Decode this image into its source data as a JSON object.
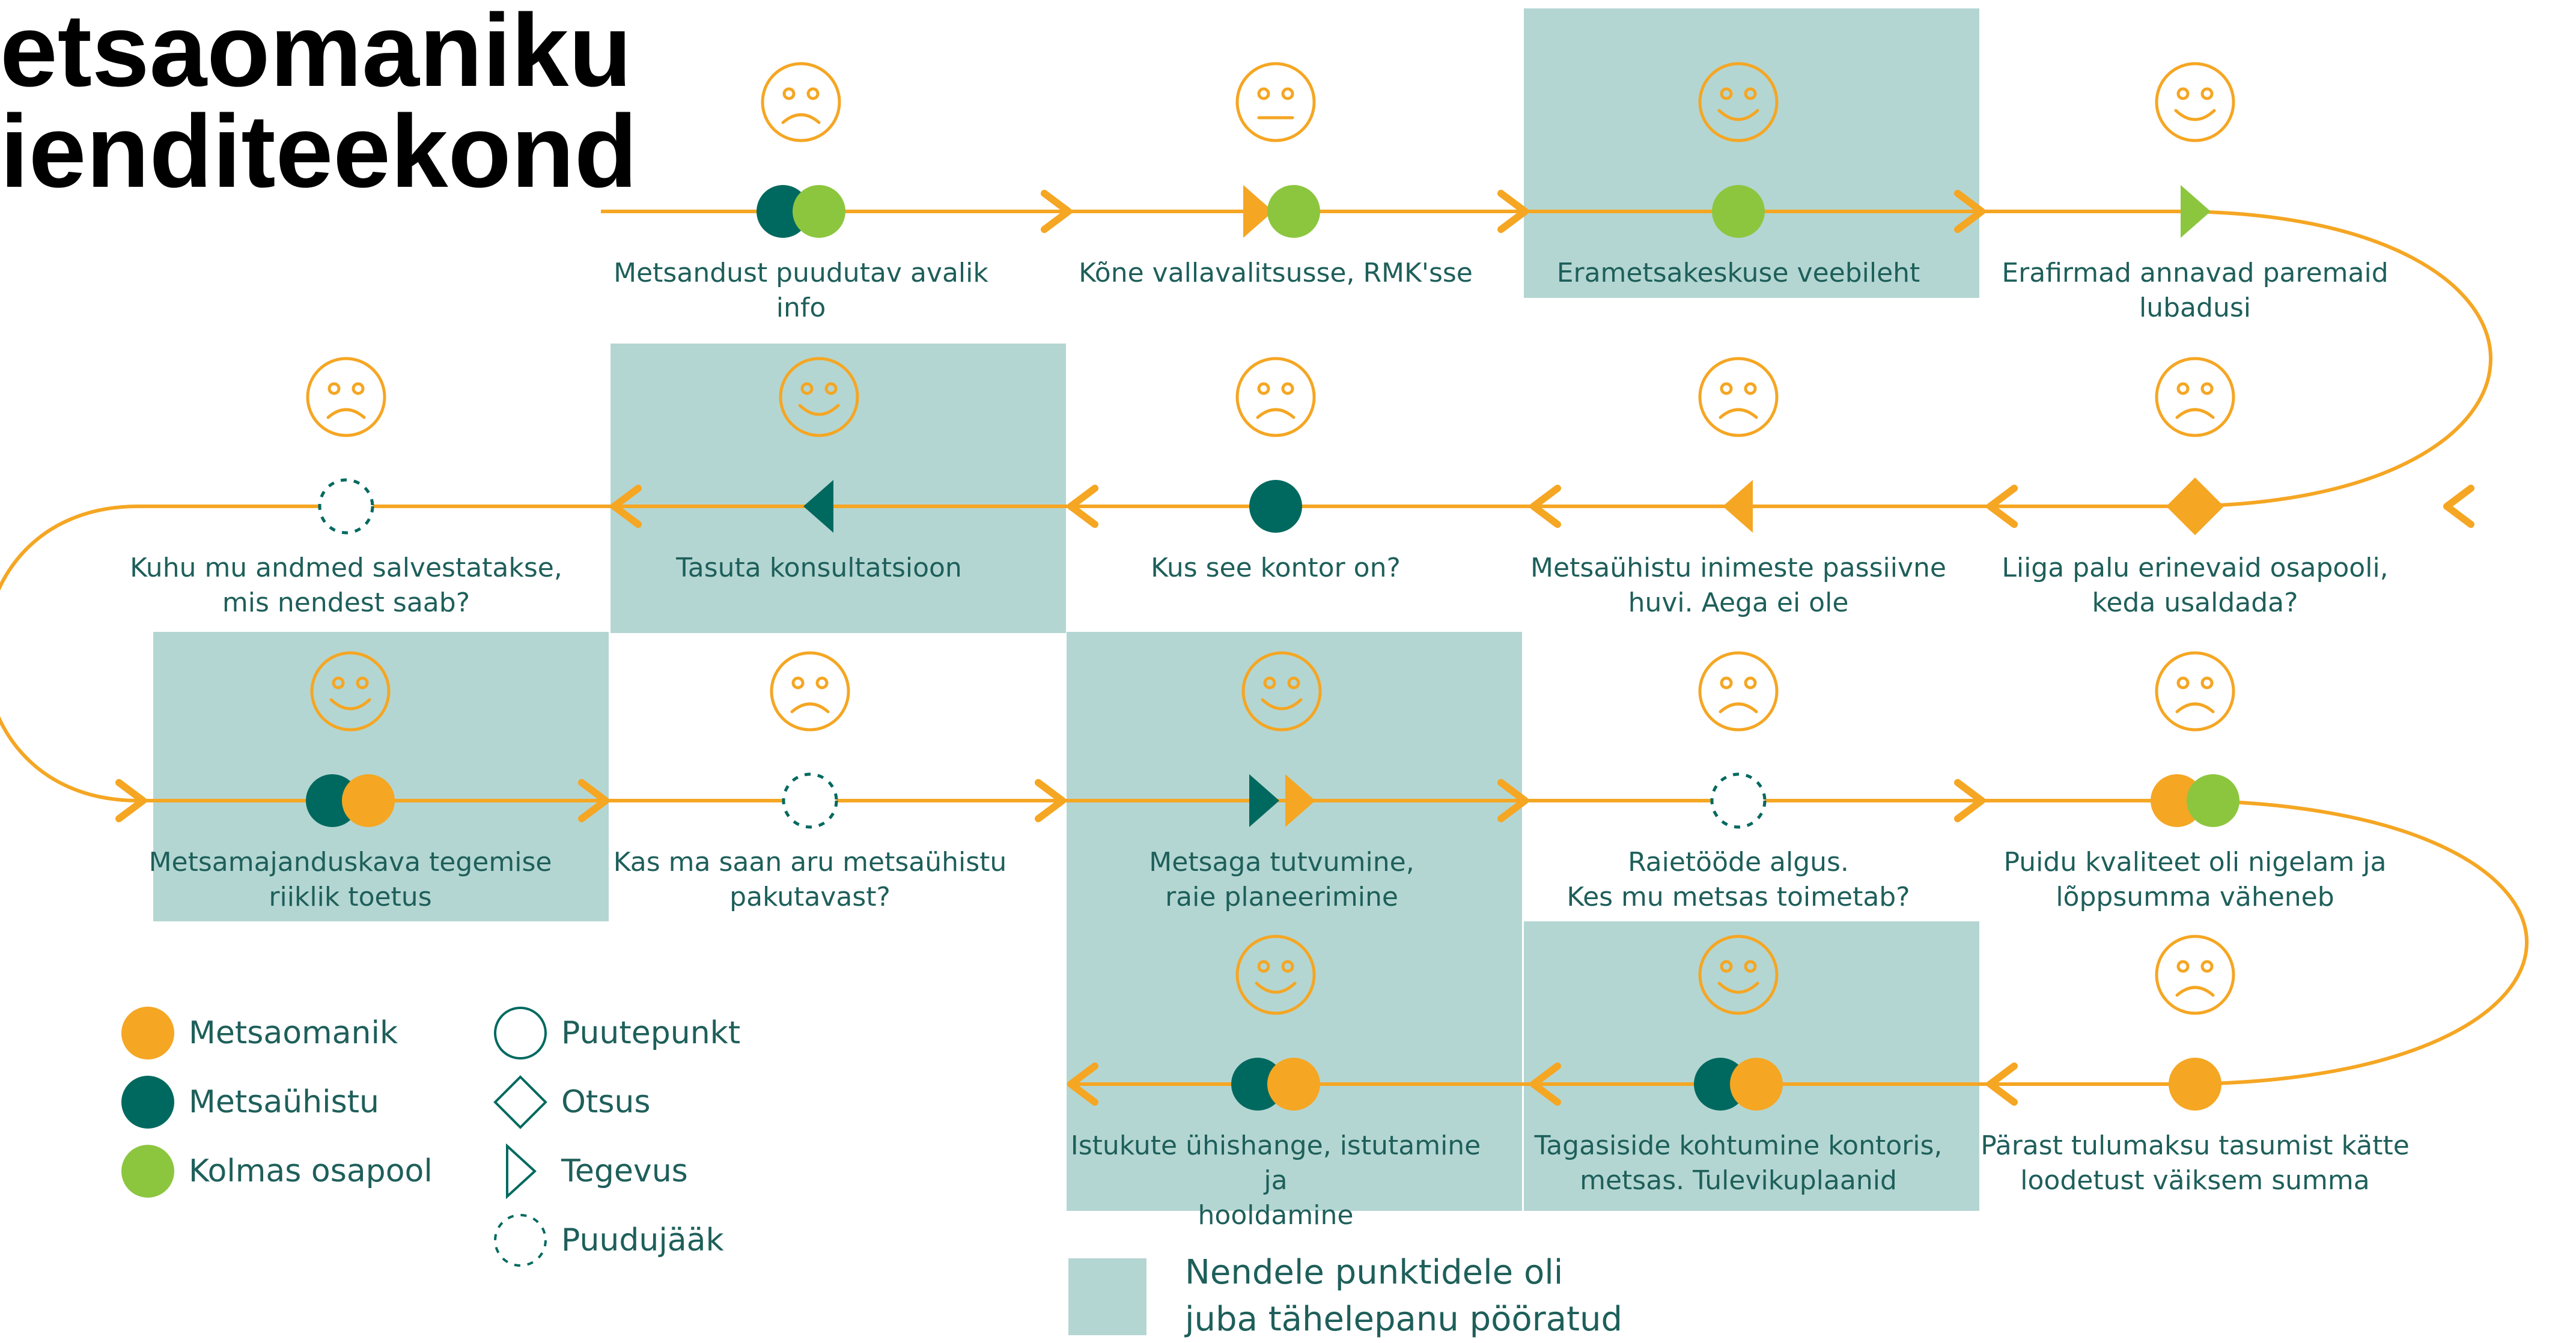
{
  "title": {
    "line1": "etsaomaniku",
    "line2": "ienditeekond"
  },
  "colors": {
    "metsaomanik": "#f5a623",
    "metsauhistu": "#00695f",
    "kolmas_osapool": "#8cc63f",
    "path": "#f5a623",
    "highlight": "#b4d6d2",
    "text": "#1e5f5a"
  },
  "steps": [
    {
      "id": "s1",
      "label": [
        "Metsandust puudutav avalik",
        "info"
      ],
      "mood": "sad",
      "highlighted": false,
      "markers": [
        "metsauhistu",
        "kolmas_osapool"
      ]
    },
    {
      "id": "s2",
      "label": [
        "Kõne vallavalitsusse, RMK'sse"
      ],
      "mood": "neutral",
      "highlighted": false,
      "markers": [
        "tegevus:metsaomanik",
        "kolmas_osapool"
      ]
    },
    {
      "id": "s3",
      "label": [
        "Erametsakeskuse veebileht"
      ],
      "mood": "happy",
      "highlighted": true,
      "markers": [
        "kolmas_osapool"
      ]
    },
    {
      "id": "s4",
      "label": [
        "Erafirmad annavad paremaid",
        "lubadusi"
      ],
      "mood": "happy",
      "highlighted": false,
      "markers": [
        "tegevus:kolmas_osapool"
      ]
    },
    {
      "id": "s5",
      "label": [
        "Liiga palu erinevaid osapooli,",
        "keda usaldada?"
      ],
      "mood": "sad",
      "highlighted": false,
      "markers": [
        "otsus:metsaomanik"
      ]
    },
    {
      "id": "s6",
      "label": [
        "Metsaühistu inimeste passiivne",
        "huvi. Aega ei ole"
      ],
      "mood": "sad",
      "highlighted": false,
      "markers": [
        "tegevus:metsaomanik"
      ]
    },
    {
      "id": "s7",
      "label": [
        "Kus see kontor on?"
      ],
      "mood": "sad",
      "highlighted": false,
      "markers": [
        "metsauhistu"
      ]
    },
    {
      "id": "s8",
      "label": [
        "Tasuta konsultatsioon"
      ],
      "mood": "happy",
      "highlighted": true,
      "markers": [
        "tegevus:metsauhistu"
      ]
    },
    {
      "id": "s9",
      "label": [
        "Kuhu mu andmed salvestatakse,",
        "mis nendest saab?"
      ],
      "mood": "sad",
      "highlighted": false,
      "markers": [
        "puudujaak"
      ]
    },
    {
      "id": "s10",
      "label": [
        "Metsamajanduskava tegemise",
        "riiklik toetus"
      ],
      "mood": "happy",
      "highlighted": true,
      "markers": [
        "metsauhistu",
        "metsaomanik"
      ]
    },
    {
      "id": "s11",
      "label": [
        "Kas ma saan aru metsaühistu",
        "pakutavast?"
      ],
      "mood": "sad",
      "highlighted": false,
      "markers": [
        "puudujaak"
      ]
    },
    {
      "id": "s12",
      "label": [
        "Metsaga tutvumine,",
        "raie planeerimine"
      ],
      "mood": "happy",
      "highlighted": true,
      "markers": [
        "tegevus:metsauhistu",
        "tegevus:metsaomanik"
      ]
    },
    {
      "id": "s13",
      "label": [
        "Raietööde algus.",
        "Kes mu metsas toimetab?"
      ],
      "mood": "sad",
      "highlighted": false,
      "markers": [
        "puudujaak"
      ]
    },
    {
      "id": "s14",
      "label": [
        "Puidu kvaliteet oli nigelam ja",
        "lõppsumma väheneb"
      ],
      "mood": "sad",
      "highlighted": false,
      "markers": [
        "metsaomanik",
        "kolmas_osapool"
      ]
    },
    {
      "id": "s15",
      "label": [
        "Pärast tulumaksu tasumist kätte",
        "loodetust väiksem summa"
      ],
      "mood": "sad",
      "highlighted": false,
      "markers": [
        "metsaomanik"
      ]
    },
    {
      "id": "s16",
      "label": [
        "Tagasiside kohtumine kontoris,",
        "metsas. Tulevikuplaanid"
      ],
      "mood": "happy",
      "highlighted": true,
      "markers": [
        "metsauhistu",
        "metsaomanik"
      ]
    },
    {
      "id": "s17",
      "label": [
        "Istukute ühishange, istutamine ja",
        "hooldamine"
      ],
      "mood": "happy",
      "highlighted": true,
      "markers": [
        "metsauhistu",
        "metsaomanik"
      ]
    }
  ],
  "legend": {
    "actors": [
      {
        "key": "metsaomanik",
        "label": "Metsaomanik"
      },
      {
        "key": "metsauhistu",
        "label": "Metsaühistu"
      },
      {
        "key": "kolmas_osapool",
        "label": "Kolmas osapool"
      }
    ],
    "shapes": [
      {
        "key": "puutepunkt",
        "label": "Puutepunkt",
        "icon": "circle-outline-icon"
      },
      {
        "key": "otsus",
        "label": "Otsus",
        "icon": "diamond-outline-icon"
      },
      {
        "key": "tegevus",
        "label": "Tegevus",
        "icon": "triangle-outline-icon"
      },
      {
        "key": "puudujaak",
        "label": "Puudujääk",
        "icon": "dashed-circle-icon"
      }
    ]
  },
  "note": {
    "line1": "Nendele punktidele oli",
    "line2": "juba tähelepanu pööratud"
  }
}
